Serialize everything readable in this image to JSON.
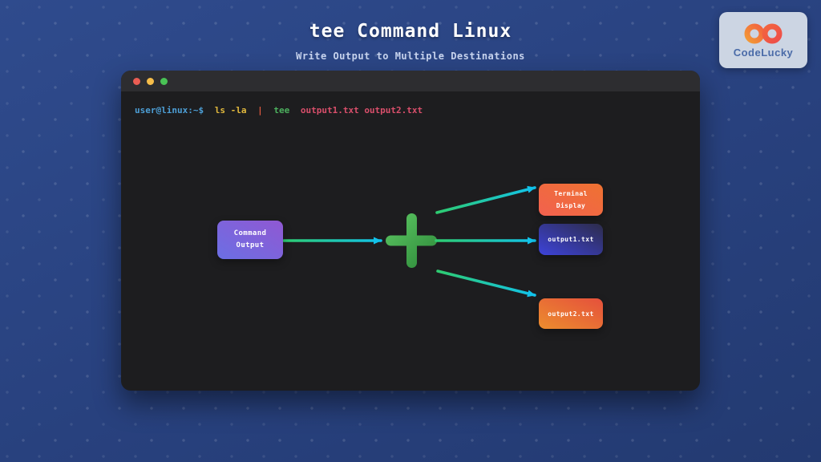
{
  "header": {
    "title": "tee Command Linux",
    "subtitle": "Write Output to Multiple Destinations"
  },
  "logo": {
    "name": "CodeLucky",
    "icon": "infinity-icon"
  },
  "terminal_window": {
    "controls": {
      "close_color": "#ea5d53",
      "minimize_color": "#f6bd4a",
      "maximize_color": "#49c255"
    },
    "command_line": {
      "prompt": "user@linux:~$",
      "command": "ls -la",
      "pipe": "|",
      "tee": "tee",
      "arguments": "output1.txt output2.txt"
    }
  },
  "diagram": {
    "source": {
      "label_line1": "Command",
      "label_line2": "Output"
    },
    "junction": {
      "icon": "plus"
    },
    "destinations": [
      {
        "label_line1": "Terminal",
        "label_line2": "Display"
      },
      {
        "label": "output1.txt"
      },
      {
        "label": "output2.txt"
      }
    ]
  },
  "colors": {
    "background": "#2a4483",
    "terminal_titlebar": "#2d2d30",
    "terminal_body": "#1d1d1f",
    "prompt": "#4d9fd6",
    "command": "#e2b93d",
    "pipe": "#e0593f",
    "tee": "#4cb05e",
    "arguments": "#d94f6b",
    "arrow_start": "#2ecc71",
    "arrow_end": "#12c2ea",
    "plus_light": "#5dc763",
    "plus_dark": "#2e8a3a",
    "source_box_from": "#6b6fe4",
    "source_box_to": "#9058d2",
    "terminal_display_box_from": "#f2614f",
    "terminal_display_box_to": "#ee7231",
    "output1_box_from": "#3d43da",
    "output1_box_to": "#2d2c4a",
    "output2_box_from": "#ec8d2e",
    "output2_box_to": "#e5503c",
    "logo_bg": "#ccd5e3",
    "logo_text": "#4a6ba8"
  }
}
